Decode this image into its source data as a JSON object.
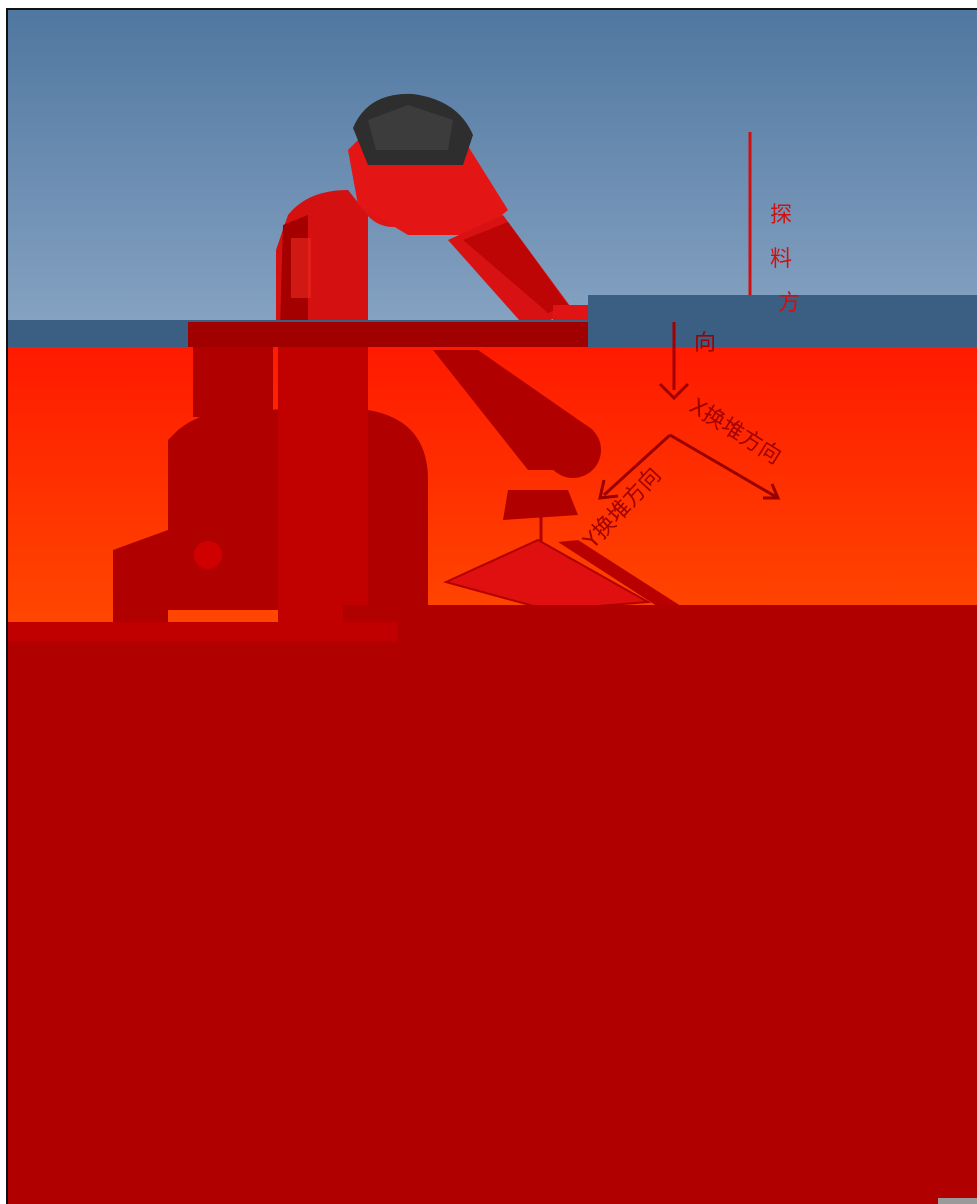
{
  "labels": {
    "feed_chars": [
      "探",
      "料",
      "方",
      "向"
    ],
    "feed_tail": "向",
    "x_direction": "X换堆方向",
    "y_direction": "Y换堆方向"
  },
  "colors": {
    "sky_top": "#557ba3",
    "sky_bottom": "#7d9cbe",
    "band_dark": "#3a5f83",
    "glitch_red": "#ff2200",
    "glitch_orange": "#ff4a00",
    "deep_red": "#b00000",
    "robot_red": "#e01010",
    "robot_shadow": "#9a0000",
    "robot_cap": "#2b2b2b",
    "label_red": "#d01010"
  }
}
